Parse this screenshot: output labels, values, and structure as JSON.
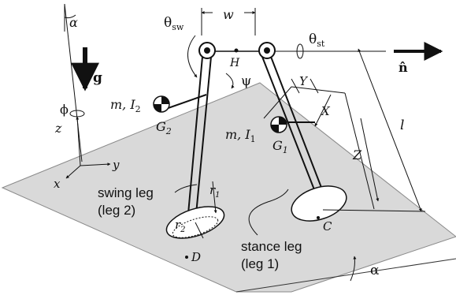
{
  "labels": {
    "alpha_top": "α",
    "g": "g",
    "phi": "ϕ",
    "z_axis": "z",
    "y_axis": "y",
    "x_axis": "x",
    "theta_sw": "θ",
    "theta_sw_sub": "sw",
    "w": "w",
    "H": "H",
    "theta_st": "θ",
    "theta_st_sub": "st",
    "n_hat": "n̂",
    "psi": "ψ",
    "m2": "m, I",
    "m2_sub": "2",
    "G2": "G",
    "G2_sub": "2",
    "m1": "m, I",
    "m1_sub": "1",
    "G1": "G",
    "G1_sub": "1",
    "Y": "Y",
    "X": "X",
    "Z": "Z",
    "l": "l",
    "swing_leg": "swing leg",
    "leg2": "(leg 2)",
    "r1": "r",
    "r1_sub": "1",
    "r2": "r",
    "r2_sub": "2",
    "D": "D",
    "stance_leg": "stance leg",
    "leg1": "(leg 1)",
    "C": "C",
    "alpha_bottom": "α"
  },
  "colors": {
    "plane": "#d9d9d9",
    "plane_edge": "#8a8a8a",
    "ink": "#111111"
  }
}
